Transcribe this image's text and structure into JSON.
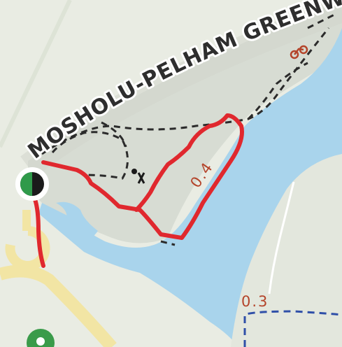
{
  "map": {
    "road_label": "MOSHOLU-PELHAM GREENWA",
    "distance_labels": [
      "0.4",
      "0.3"
    ],
    "colors": {
      "land": "#e9ece3",
      "park": "#d7dcd3",
      "water": "#a9d4ec",
      "road": "#f2e5a4",
      "route": "#e0282e",
      "trail": "#2b2b2b",
      "bikeway": "#2f4fa8",
      "label": "#b4442a",
      "poi": "#3a9b4a"
    },
    "icons": [
      "trailhead-marker-icon",
      "bicycle-icon",
      "peak-marker-icon",
      "park-poi-icon"
    ]
  }
}
